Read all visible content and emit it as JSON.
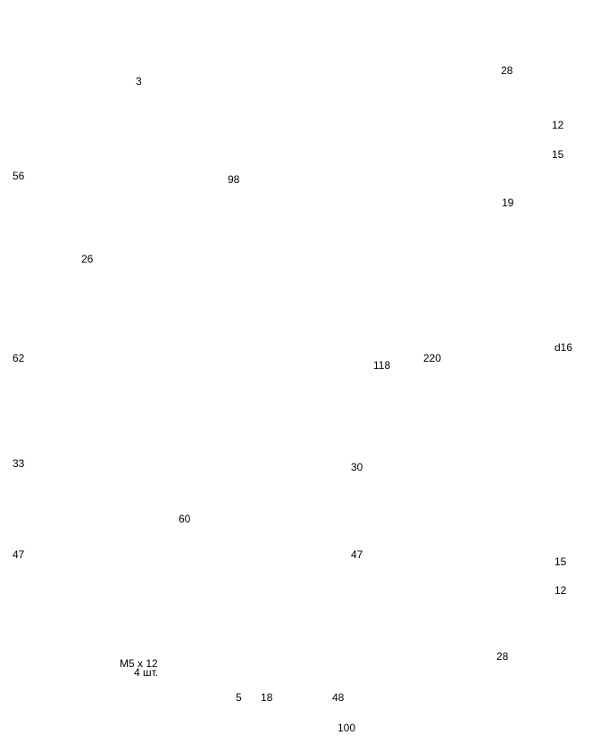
{
  "labels": [
    "3",
    "28",
    "56",
    "98",
    "12",
    "15",
    "19",
    "26",
    "d16",
    "62",
    "118",
    "220",
    "33",
    "30",
    "60",
    "47",
    "47",
    "15",
    "12",
    "M5 x 12",
    "4 шт.",
    "28",
    "5",
    "18",
    "48",
    "100"
  ]
}
